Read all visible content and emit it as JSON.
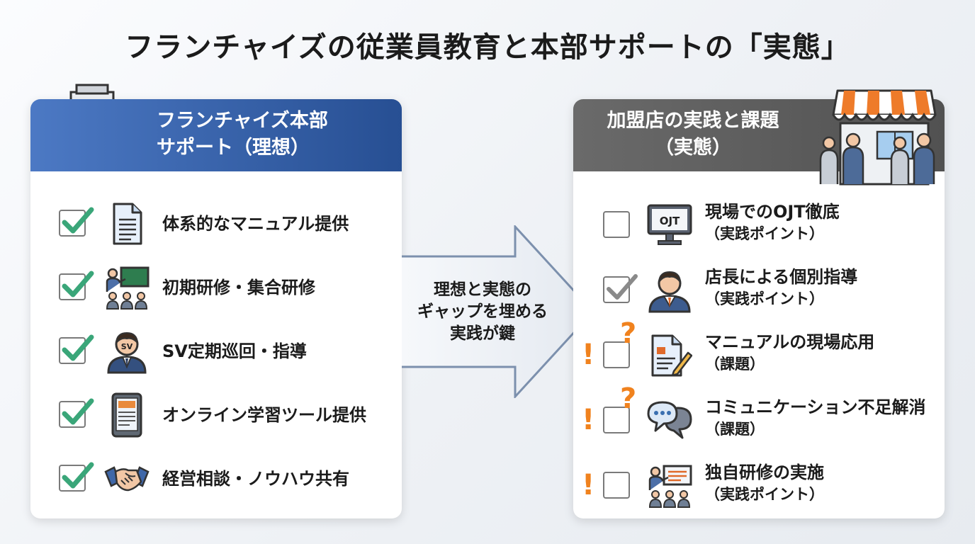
{
  "title": "フランチャイズの従業員教育と本部サポートの「実態」",
  "left_panel": {
    "title_line1": "フランチャイズ本部",
    "title_line2": "サポート（理想）",
    "header_icon": "office-building-icon",
    "items": [
      {
        "label": "体系的なマニュアル提供",
        "icon": "document-icon",
        "checked": true
      },
      {
        "label": "初期研修・集合研修",
        "icon": "training-session-icon",
        "checked": true
      },
      {
        "label": "SV定期巡回・指導",
        "icon": "supervisor-icon",
        "icon_text": "SV",
        "checked": true
      },
      {
        "label": "オンライン学習ツール提供",
        "icon": "tablet-icon",
        "checked": true
      },
      {
        "label": "経営相談・ノウハウ共有",
        "icon": "handshake-icon",
        "checked": true
      }
    ]
  },
  "arrow": {
    "line1": "理想と実態の",
    "line2": "ギャップを埋める",
    "line3": "実践が鍵"
  },
  "right_panel": {
    "title_line1": "加盟店の実践と課題",
    "title_line2": "（実態）",
    "header_icon": "storefront-people-icon",
    "items": [
      {
        "label": "現場でのOJT徹底",
        "sub": "（実践ポイント）",
        "icon": "ojt-monitor-icon",
        "icon_text": "OJT",
        "state": "empty"
      },
      {
        "label": "店長による個別指導",
        "sub": "（実践ポイント）",
        "icon": "manager-icon",
        "state": "checked"
      },
      {
        "label": "マニュアルの現場応用",
        "sub": "（課題）",
        "icon": "document-edit-icon",
        "state": "issue-question"
      },
      {
        "label": "コミュニケーション不足解消",
        "sub": "（課題）",
        "icon": "chat-bubbles-icon",
        "state": "issue-question"
      },
      {
        "label": "独自研修の実施",
        "sub": "（実践ポイント）",
        "icon": "training-session-icon",
        "state": "issue"
      }
    ]
  },
  "symbols": {
    "check": "✓",
    "issue": "!",
    "question": "?"
  },
  "colors": {
    "left_header_start": "#4c79c4",
    "left_header_end": "#274f93",
    "right_header": "#5e5e5e",
    "check_green": "#3aa679",
    "check_gray": "#8a8a8a",
    "warning_orange": "#f0821e",
    "arrow_fill": "#f2f4f7",
    "arrow_stroke": "#7c90ad"
  }
}
